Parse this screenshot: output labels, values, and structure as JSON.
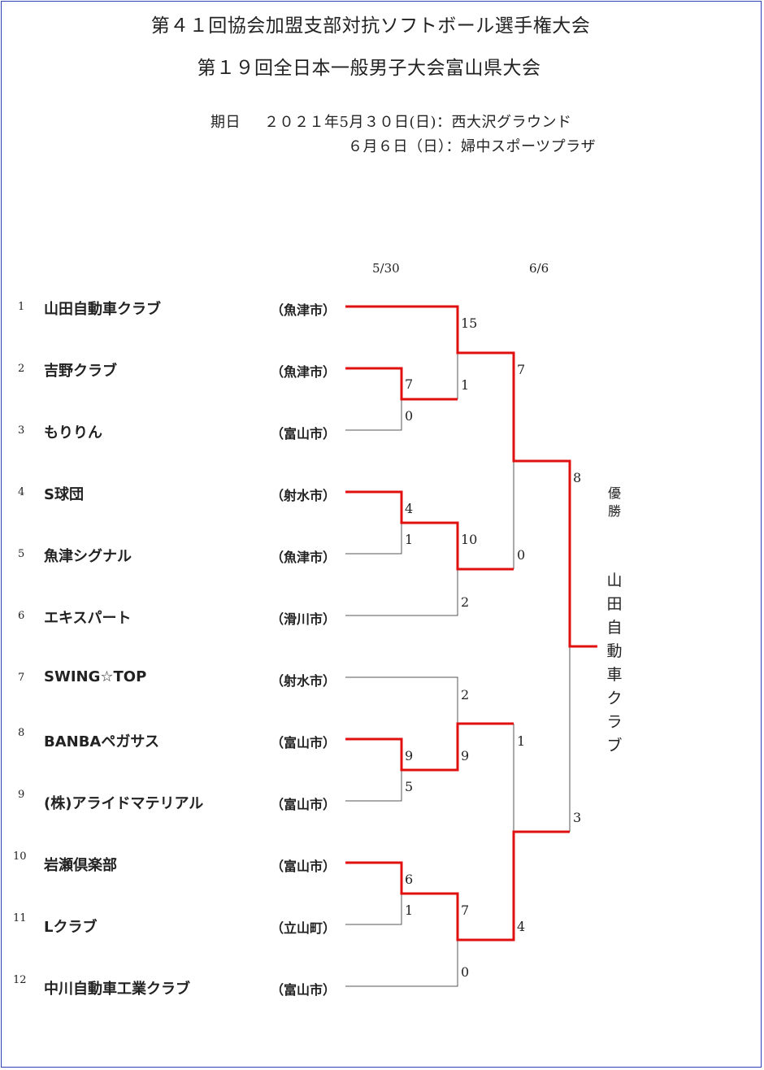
{
  "title_line1": "第４１回協会加盟支部対抗ソフトボール選手権大会",
  "title_line2": "第１９回全日本一般男子大会富山県大会",
  "date": {
    "label": "期日",
    "line1": "２０２１年5月３０日(日)：西大沢グラウンド",
    "line2": "６月６日（日）：婦中スポーツプラザ"
  },
  "rounds": [
    "5/30",
    "6/6"
  ],
  "teams": [
    {
      "seed": "1",
      "name": "山田自動車クラブ",
      "city": "（魚津市）"
    },
    {
      "seed": "2",
      "name": "吉野クラブ",
      "city": "（魚津市）"
    },
    {
      "seed": "3",
      "name": "もりりん",
      "city": "（富山市）"
    },
    {
      "seed": "4",
      "name": "S球団",
      "city": "（射水市）"
    },
    {
      "seed": "5",
      "name": "魚津シグナル",
      "city": "（魚津市）"
    },
    {
      "seed": "6",
      "name": "エキスパート",
      "city": "（滑川市）"
    },
    {
      "seed": "7",
      "name": "SWING☆TOP",
      "city": "（射水市）"
    },
    {
      "seed": "8",
      "name": "BANBAペガサス",
      "city": "（富山市）"
    },
    {
      "seed": "9",
      "name": "(株)アライドマテリアル",
      "city": "（富山市）"
    },
    {
      "seed": "10",
      "name": "岩瀬倶楽部",
      "city": "（富山市）"
    },
    {
      "seed": "11",
      "name": "Lクラブ",
      "city": "（立山町）"
    },
    {
      "seed": "12",
      "name": "中川自動車工業クラブ",
      "city": "（富山市）"
    }
  ],
  "scores": {
    "r1": [
      "7",
      "0",
      "4",
      "1",
      "9",
      "5",
      "6",
      "1"
    ],
    "r2": [
      "15",
      "1",
      "10",
      "2",
      "2",
      "9",
      "7",
      "0"
    ],
    "sf": [
      "7",
      "0",
      "1",
      "4"
    ],
    "final": [
      "8",
      "3"
    ]
  },
  "winner": {
    "label_chars": [
      "優",
      "勝"
    ],
    "name_chars": [
      "山",
      "田",
      "自",
      "動",
      "車",
      "ク",
      "ラ",
      "ブ"
    ]
  },
  "colors": {
    "win_line": "#e01010",
    "line": "#555555",
    "frame": "#2f3fb8"
  }
}
